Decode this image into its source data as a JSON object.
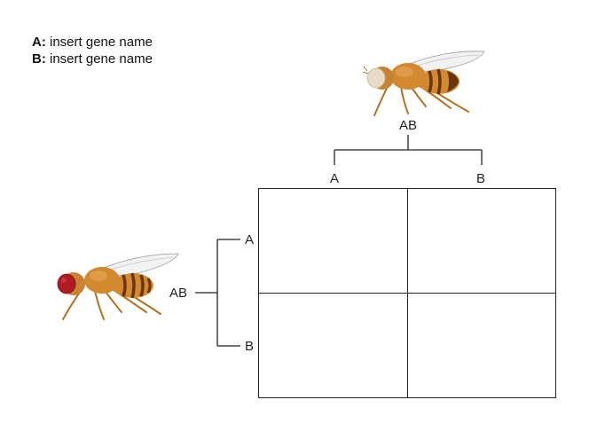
{
  "legend": {
    "a_key": "A:",
    "a_text": "insert gene name",
    "b_key": "B:",
    "b_text": "insert gene name"
  },
  "top_parent": {
    "genotype": "AB",
    "gamete_1": "A",
    "gamete_2": "B",
    "eye_color": "#e8dcc8"
  },
  "left_parent": {
    "genotype": "AB",
    "gamete_1": "A",
    "gamete_2": "B",
    "eye_color": "#b01c22"
  },
  "punnett": {
    "cells": [
      "",
      "",
      "",
      ""
    ]
  },
  "colors": {
    "fly_body": "#d38a2e",
    "fly_stripe": "#6b3510",
    "line": "#222222"
  }
}
